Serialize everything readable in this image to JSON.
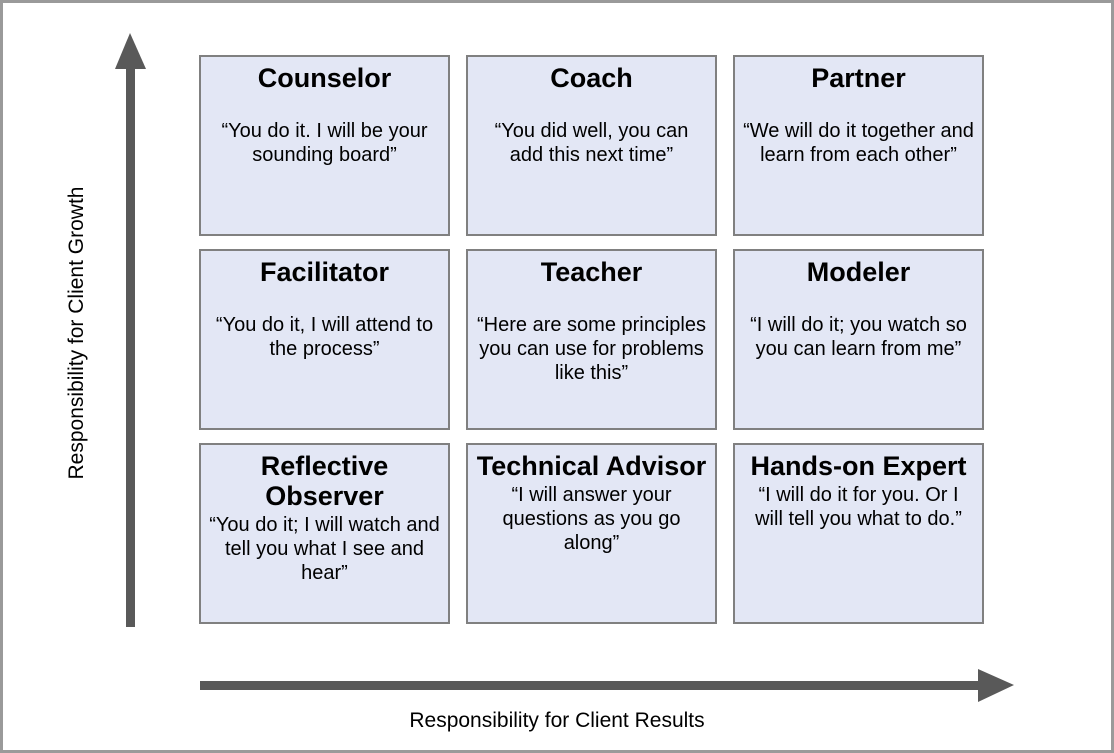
{
  "axes": {
    "y_label": "Responsibility for Client Growth",
    "x_label": "Responsibility for Client Results",
    "arrow_color": "#595959"
  },
  "style": {
    "cell_fill": "#e3e7f5",
    "cell_border": "#808080",
    "frame_border": "#9a9a9a",
    "text_color": "#000000"
  },
  "matrix": {
    "rows": [
      {
        "cells": [
          {
            "title": "Counselor",
            "quote": "“You do it. I will be your sounding board”"
          },
          {
            "title": "Coach",
            "quote": "“You did well, you can add this next time”"
          },
          {
            "title": "Partner",
            "quote": "“We will do it together and learn from each other”"
          }
        ]
      },
      {
        "cells": [
          {
            "title": "Facilitator",
            "quote": "“You do it, I will attend to the process”"
          },
          {
            "title": "Teacher",
            "quote": "“Here are some principles you can use for problems like this”"
          },
          {
            "title": "Modeler",
            "quote": "“I will do it; you watch so you can learn from me”"
          }
        ]
      },
      {
        "cells": [
          {
            "title": "Reflective Observer",
            "quote": "“You do it; I will watch and tell you what I see and hear”"
          },
          {
            "title": "Technical Advisor",
            "quote": "“I will answer your questions as you go along”"
          },
          {
            "title": "Hands-on Expert",
            "quote": "“I will do it for you. Or I will tell you what to do.”"
          }
        ]
      }
    ]
  }
}
